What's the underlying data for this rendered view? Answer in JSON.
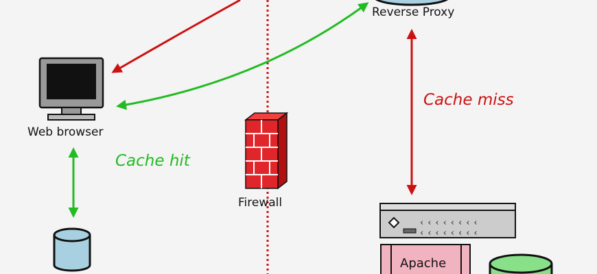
{
  "nodes": {
    "web_browser": "Web browser",
    "reverse_proxy": "Reverse Proxy",
    "firewall": "Firewall",
    "apache": "Apache"
  },
  "annotations": {
    "cache_hit": "Cache hit",
    "cache_miss": "Cache miss"
  },
  "colors": {
    "hit": "#22bb22",
    "miss": "#cc1111",
    "firewall": "#e0262a",
    "apache": "#f2b3c0",
    "db_blue": "#a8d0e0",
    "db_green": "#88e088"
  }
}
